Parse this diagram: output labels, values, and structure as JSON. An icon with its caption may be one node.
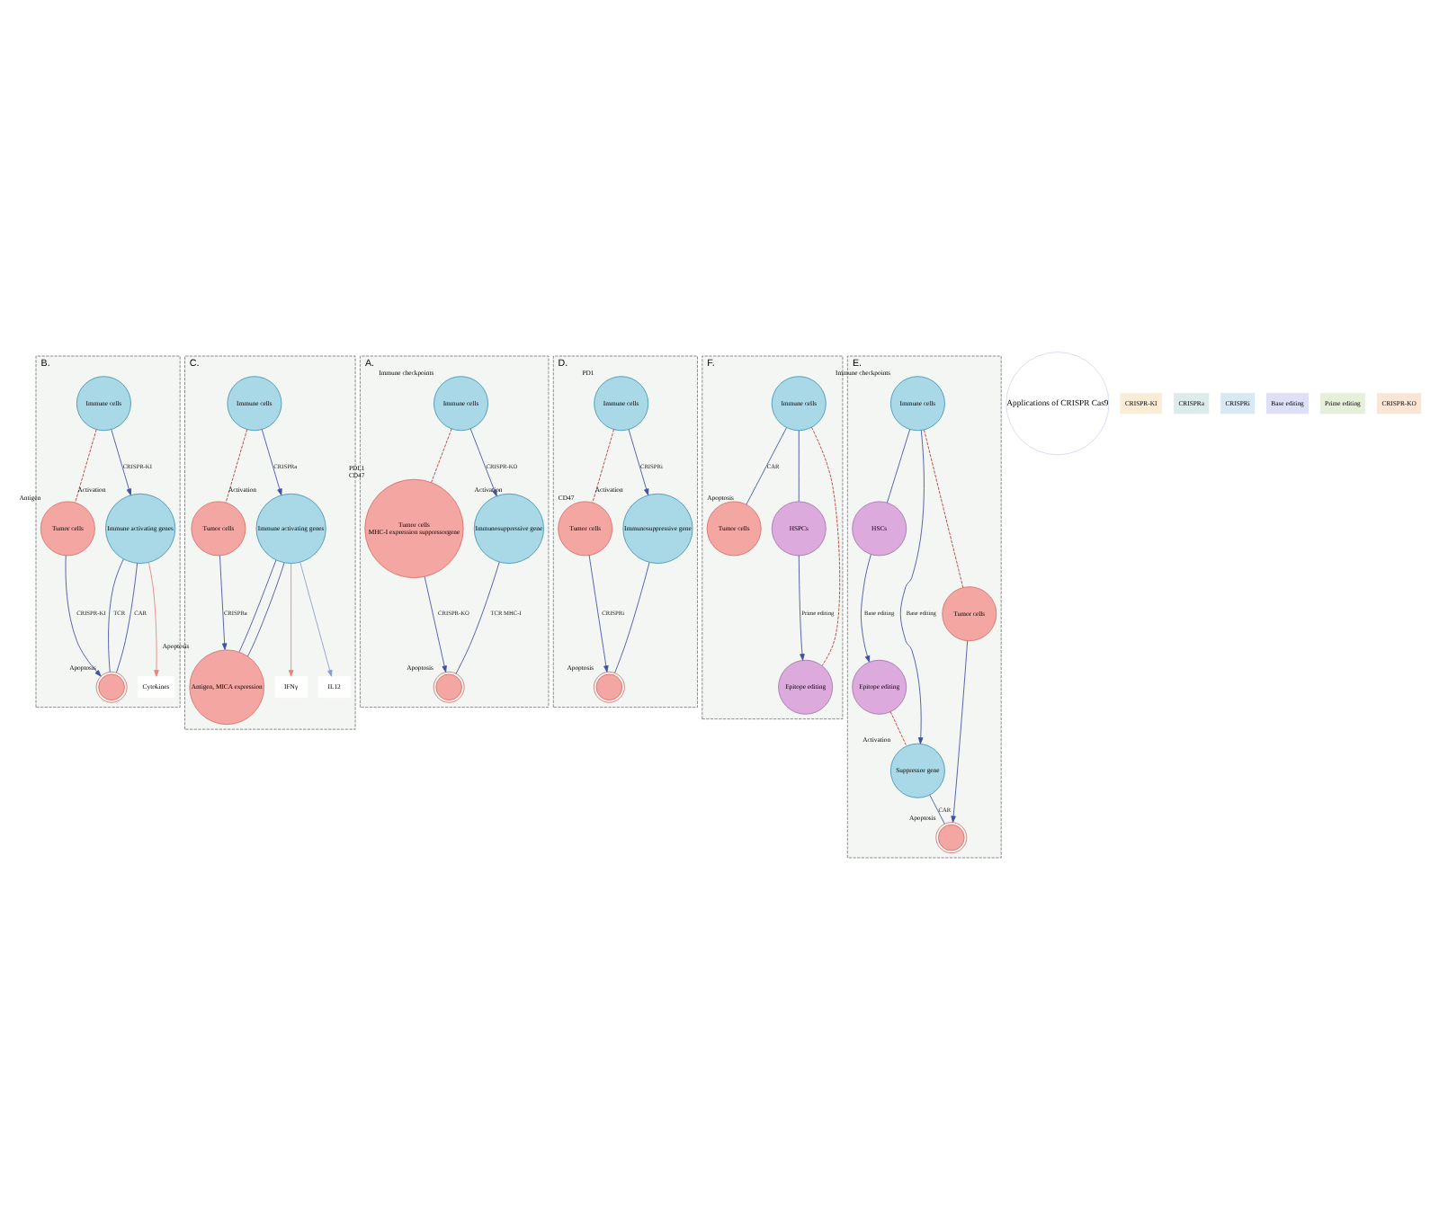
{
  "diagram": {
    "nodes": [
      {
        "text": [
          "B."
        ]
      },
      {
        "text": [
          "Immune cells"
        ],
        "in": 0
      },
      {
        "text": [
          "Tumor cells"
        ],
        "in": 0,
        "beside": [
          "Antigen"
        ]
      },
      {
        "text": [
          "Immune activating genes"
        ],
        "in": 0,
        "beside": [
          "Activation"
        ]
      },
      {
        "text": [],
        "shape": "cloud",
        "in": 0,
        "beside": [
          "Apoptosis"
        ]
      },
      {
        "text": [
          "Cytokines"
        ],
        "in": 0
      },
      {
        "text": [
          "C."
        ]
      },
      {
        "text": [
          "Immune cells"
        ],
        "in": 6
      },
      {
        "text": [
          "Tumor cells"
        ],
        "in": 6
      },
      {
        "text": [
          "Immune activating genes"
        ],
        "in": 6,
        "beside": [
          "Activation"
        ]
      },
      {
        "text": [
          "Antigen, MICA expression"
        ],
        "in": 6,
        "beside": [
          "Apoptosis"
        ]
      },
      {
        "text": [
          "IFNγ"
        ],
        "in": 6
      },
      {
        "text": [
          "IL12"
        ],
        "in": 6
      },
      {
        "text": [
          "A."
        ]
      },
      {
        "text": [
          "Immune cells"
        ],
        "in": 13,
        "beside": [
          "Immune checkpoints"
        ]
      },
      {
        "text": [
          "Tumor cells",
          "MHC-I expression suppressorgene"
        ],
        "in": 13,
        "beside": [
          "PDL1",
          "CD47"
        ]
      },
      {
        "text": [
          "Immunosuppressive gene"
        ],
        "in": 13,
        "beside": [
          "Activation"
        ]
      },
      {
        "text": [],
        "shape": "cloud",
        "in": 13,
        "beside": [
          "Apoptosis"
        ]
      },
      {
        "text": [
          "D."
        ]
      },
      {
        "text": [
          "Immune cells"
        ],
        "in": 18,
        "beside": [
          "PD1"
        ]
      },
      {
        "text": [
          "Tumor cells"
        ],
        "in": 18,
        "beside": [
          "CD47"
        ]
      },
      {
        "text": [
          "Immunosuppressive gene"
        ],
        "in": 18,
        "beside": [
          "Activation"
        ]
      },
      {
        "text": [],
        "shape": "cloud",
        "in": 18,
        "beside": [
          "Apoptosis"
        ]
      },
      {
        "text": [
          "F."
        ]
      },
      {
        "text": [
          "Immune cells"
        ],
        "in": 23
      },
      {
        "text": [
          "Tumor cells"
        ],
        "in": 23,
        "beside": [
          "Apoptosis"
        ]
      },
      {
        "text": [
          "HSPCs"
        ],
        "in": 23
      },
      {
        "text": [
          "Epitope editing"
        ],
        "in": 23
      },
      {
        "text": [
          "E."
        ]
      },
      {
        "text": [
          "Immune cells"
        ],
        "in": 28,
        "beside": [
          "Immune checkpoints"
        ]
      },
      {
        "text": [
          "HSCs"
        ],
        "in": 28
      },
      {
        "text": [
          "Tumor cells"
        ],
        "in": 28
      },
      {
        "text": [
          "Epitope editing"
        ],
        "in": 28
      },
      {
        "text": [
          "Suppressor gene"
        ],
        "in": 28,
        "beside": [
          "Activation"
        ]
      },
      {
        "text": [],
        "shape": "cloud",
        "in": 28,
        "beside": [
          "Apoptosis"
        ]
      },
      {
        "text": [
          "Applications of CRISPR Cas9"
        ]
      },
      {
        "text": [
          "CRISPR-KI"
        ]
      },
      {
        "text": [
          "CRISPRa"
        ]
      },
      {
        "text": [
          "CRISPRi"
        ]
      },
      {
        "text": [
          "Base editing"
        ]
      },
      {
        "text": [
          "Prime editing"
        ]
      },
      {
        "text": [
          "CRISPR-KO"
        ]
      }
    ],
    "edges": [
      {
        "from": 1,
        "to": 2,
        "arrow": "none",
        "style": "dashed",
        "color": "#b03a2e"
      },
      {
        "from": 1,
        "to": 3,
        "arrow": "to",
        "label": "CRISPR-KI"
      },
      {
        "from": 2,
        "to": 4,
        "arrow": "to",
        "label": "CRISPR-KI"
      },
      {
        "from": 3,
        "to": 5,
        "arrow": "to",
        "color": "#e8837a"
      },
      {
        "from": 3,
        "to": 4,
        "arrow": "none",
        "label": "TCR"
      },
      {
        "from": 3,
        "to": 4,
        "arrow": "none",
        "label": "CAR"
      },
      {
        "from": 7,
        "to": 8,
        "arrow": "none",
        "style": "dashed",
        "color": "#b03a2e"
      },
      {
        "from": 7,
        "to": 9,
        "arrow": "to",
        "label": "CRISPRa"
      },
      {
        "from": 8,
        "to": 10,
        "arrow": "to",
        "label": "CRISPRa"
      },
      {
        "from": 9,
        "to": 11,
        "arrow": "to",
        "color": "#e8837a"
      },
      {
        "from": 9,
        "to": 12,
        "arrow": "to",
        "color": "#8a9cc8"
      },
      {
        "from": 9,
        "to": 10,
        "arrow": "none"
      },
      {
        "from": 9,
        "to": 10,
        "arrow": "none"
      },
      {
        "from": 14,
        "to": 15,
        "arrow": "none",
        "style": "dashed",
        "color": "#b03a2e"
      },
      {
        "from": 14,
        "to": 16,
        "arrow": "to",
        "label": "CRISPR-KO"
      },
      {
        "from": 15,
        "to": 17,
        "arrow": "to",
        "label": "CRISPR-KO"
      },
      {
        "from": 16,
        "to": 17,
        "arrow": "none",
        "label": "TCR MHC-I"
      },
      {
        "from": 19,
        "to": 20,
        "arrow": "none",
        "style": "dashed",
        "color": "#b03a2e"
      },
      {
        "from": 19,
        "to": 21,
        "arrow": "to",
        "label": "CRISPRi"
      },
      {
        "from": 20,
        "to": 22,
        "arrow": "to",
        "label": "CRISPRi"
      },
      {
        "from": 21,
        "to": 22,
        "arrow": "none"
      },
      {
        "from": 24,
        "to": 25,
        "arrow": "none",
        "label": "CAR"
      },
      {
        "from": 24,
        "to": 26,
        "arrow": "none"
      },
      {
        "from": 24,
        "to": 27,
        "arrow": "none",
        "style": "dashed",
        "color": "#b03a2e"
      },
      {
        "from": 26,
        "to": 27,
        "arrow": "to",
        "label": "Prime editing"
      },
      {
        "from": 29,
        "to": 30,
        "arrow": "none"
      },
      {
        "from": 29,
        "to": 31,
        "arrow": "none",
        "style": "dashed",
        "color": "#b03a2e"
      },
      {
        "from": 30,
        "to": 32,
        "arrow": "to",
        "label": "Base editing"
      },
      {
        "from": 29,
        "to": 33,
        "arrow": "to",
        "label": "Base editing"
      },
      {
        "from": 31,
        "to": 34,
        "arrow": "to"
      },
      {
        "from": 32,
        "to": 33,
        "arrow": "none",
        "style": "dashed",
        "color": "#b03a2e"
      },
      {
        "from": 33,
        "to": 34,
        "arrow": "none",
        "label": "CAR"
      }
    ]
  }
}
